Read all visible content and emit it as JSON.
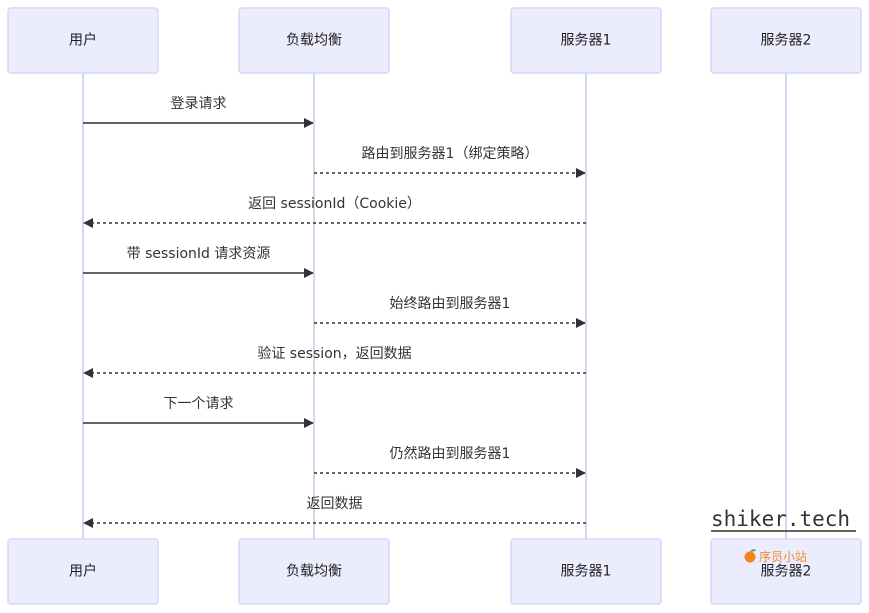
{
  "actors": [
    {
      "id": "user",
      "label": "用户"
    },
    {
      "id": "lb",
      "label": "负载均衡"
    },
    {
      "id": "s1",
      "label": "服务器1"
    },
    {
      "id": "s2",
      "label": "服务器2"
    }
  ],
  "messages": [
    {
      "from": "user",
      "to": "lb",
      "label": "登录请求",
      "style": "solid"
    },
    {
      "from": "lb",
      "to": "s1",
      "label": "路由到服务器1（绑定策略）",
      "style": "dotted"
    },
    {
      "from": "s1",
      "to": "user",
      "label": "返回 sessionId（Cookie）",
      "style": "dotted"
    },
    {
      "from": "user",
      "to": "lb",
      "label": "带 sessionId 请求资源",
      "style": "solid"
    },
    {
      "from": "lb",
      "to": "s1",
      "label": "始终路由到服务器1",
      "style": "dotted"
    },
    {
      "from": "s1",
      "to": "user",
      "label": "验证 session，返回数据",
      "style": "dotted"
    },
    {
      "from": "user",
      "to": "lb",
      "label": "下一个请求",
      "style": "solid"
    },
    {
      "from": "lb",
      "to": "s1",
      "label": "仍然路由到服务器1",
      "style": "dotted"
    },
    {
      "from": "s1",
      "to": "user",
      "label": "返回数据",
      "style": "dotted"
    }
  ],
  "watermark": {
    "site": "shiker.tech",
    "badge": "序员小站",
    "badge_icon": "orange-fruit-icon"
  },
  "colors": {
    "actor_fill": "#ececff",
    "actor_border": "#d6d6f5",
    "lifeline": "#c9c9e6",
    "message": "#333333",
    "badge": "#f08c2a"
  }
}
